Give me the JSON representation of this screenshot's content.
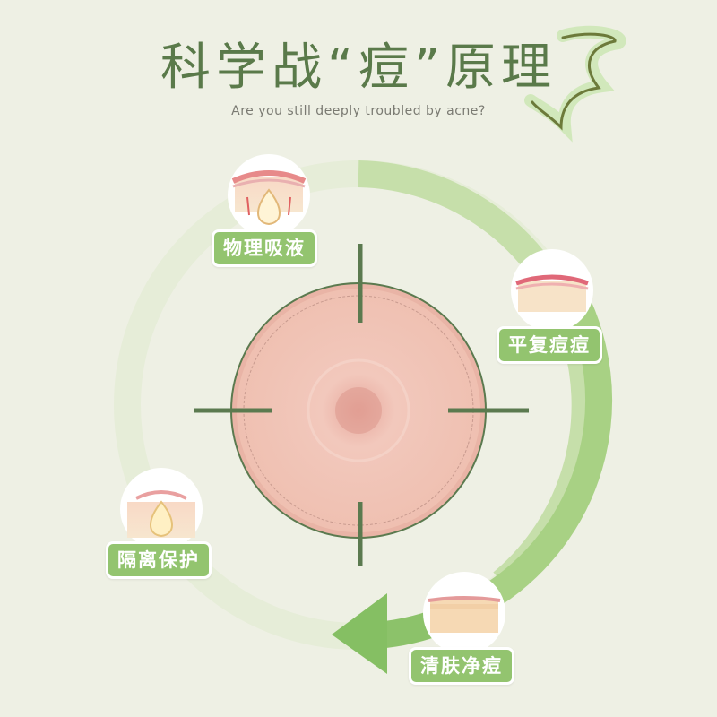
{
  "header": {
    "title": "科学战“痘”原理",
    "subtitle": "Are you still deeply troubled by acne?"
  },
  "steps": [
    {
      "label": "物理吸液",
      "icon": "absorb-pimple-icon"
    },
    {
      "label": "平复痘痘",
      "icon": "flatten-pimple-icon"
    },
    {
      "label": "隔离保护",
      "icon": "isolate-pimple-icon"
    },
    {
      "label": "清肤净痘",
      "icon": "clean-skin-icon"
    }
  ],
  "colors": {
    "accent_green": "#93c46f",
    "title_green": "#5a7a4a",
    "crosshair": "#5b7a4f",
    "patch": "#f0c6b8",
    "background": "#eef0e4"
  }
}
